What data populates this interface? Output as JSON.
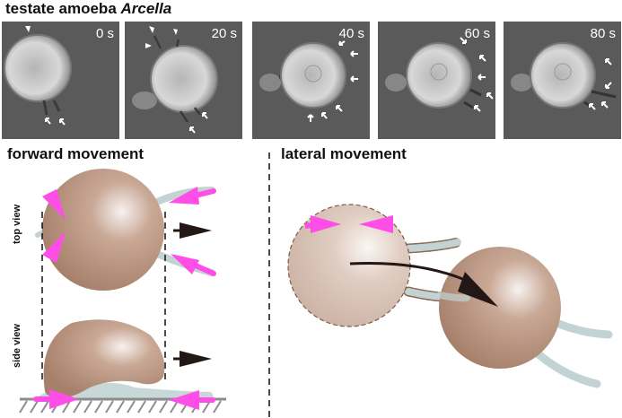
{
  "figure": {
    "title_prefix": "testate amoeba ",
    "title_species": "Arcella",
    "timelapse": {
      "panels": [
        {
          "time": "0 s",
          "arrowheads": 1,
          "arrows": 2
        },
        {
          "time": "20 s",
          "arrowheads": 3,
          "arrows": 2
        },
        {
          "time": "40 s",
          "arrowheads": 0,
          "arrows": 6
        },
        {
          "time": "60 s",
          "arrowheads": 0,
          "arrows": 5
        },
        {
          "time": "80 s",
          "arrowheads": 0,
          "arrows": 4
        }
      ]
    },
    "forward": {
      "title": "forward movement",
      "top_view_label": "top view",
      "side_view_label": "side view"
    },
    "lateral": {
      "title": "lateral movement"
    },
    "colors": {
      "cell_body": "#a8826c",
      "cell_highlight": "#f4ede8",
      "ghost_cell": "#d6bfb2",
      "pseudopod": "#c3d3d3",
      "force_arrow": "#ff4de8",
      "movement_arrow": "#231815",
      "panel_bg": "#5a5a5a",
      "ground": "#8c8c8c"
    }
  }
}
